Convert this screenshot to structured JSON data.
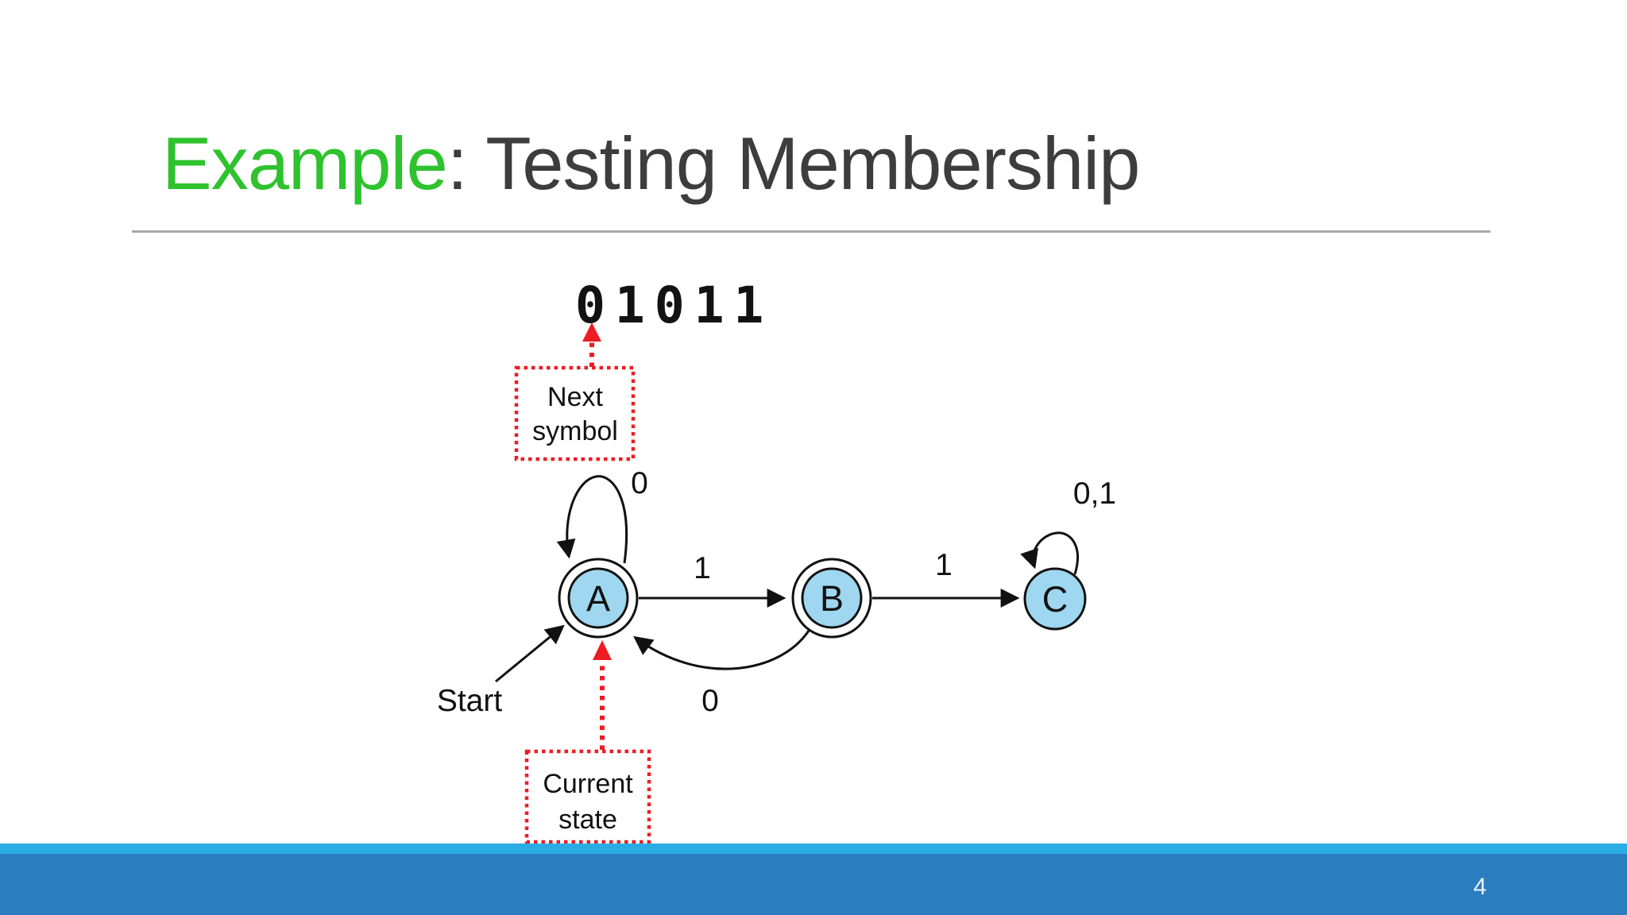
{
  "slide": {
    "title_highlight": "Example",
    "title_rest": ": Testing Membership",
    "page_number": "4"
  },
  "input_string": "0 1 0 1 1",
  "callouts": {
    "next_symbol": {
      "line1": "Next",
      "line2": "symbol"
    },
    "current_state": {
      "line1": "Current",
      "line2": "state"
    }
  },
  "automaton": {
    "start_label": "Start",
    "states": [
      {
        "label": "A",
        "accepting": true,
        "current": true
      },
      {
        "label": "B",
        "accepting": true,
        "current": false
      },
      {
        "label": "C",
        "accepting": false,
        "current": false
      }
    ],
    "transitions": [
      {
        "from": "A",
        "to": "A",
        "label": "0"
      },
      {
        "from": "A",
        "to": "B",
        "label": "1"
      },
      {
        "from": "B",
        "to": "C",
        "label": "1"
      },
      {
        "from": "B",
        "to": "A",
        "label": "0"
      },
      {
        "from": "C",
        "to": "C",
        "label": "0,1"
      }
    ]
  },
  "colors": {
    "title_accent": "#2EC22E",
    "title_text": "#3D3D3D",
    "divider": "#A8A8A8",
    "annotation_red": "#ED1C24",
    "state_fill": "#9ED7EF",
    "footer_light": "#29ACE3",
    "footer_dark": "#2A7EC0"
  }
}
